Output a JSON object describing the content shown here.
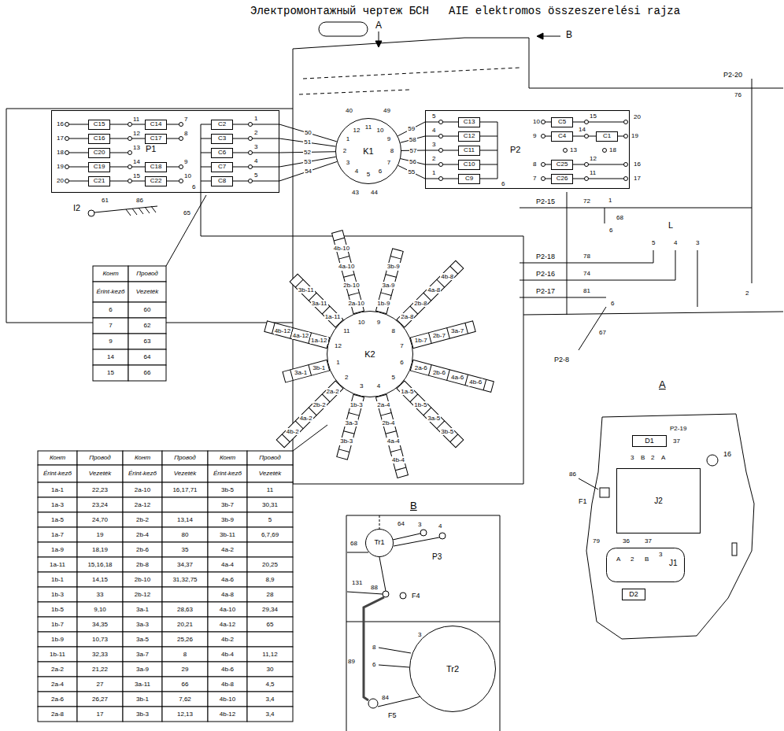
{
  "diagram": {
    "title": "Электромонтажный чертеж БСН   AIE elektromos összeszerelési rajza",
    "nodes": [
      {
        "text": [
          "P1"
        ]
      },
      {
        "text": [
          "C15"
        ],
        "in": 0
      },
      {
        "text": [
          "C14"
        ],
        "in": 0
      },
      {
        "text": [
          "C16"
        ],
        "in": 0
      },
      {
        "text": [
          "C17"
        ],
        "in": 0
      },
      {
        "text": [
          "C20"
        ],
        "in": 0
      },
      {
        "text": [
          "C19"
        ],
        "in": 0
      },
      {
        "text": [
          "C18"
        ],
        "in": 0
      },
      {
        "text": [
          "C21"
        ],
        "in": 0
      },
      {
        "text": [
          "C22"
        ],
        "in": 0
      },
      {
        "text": [
          "C2"
        ],
        "in": 0
      },
      {
        "text": [
          "C3"
        ],
        "in": 0
      },
      {
        "text": [
          "C6"
        ],
        "in": 0
      },
      {
        "text": [
          "C7"
        ],
        "in": 0
      },
      {
        "text": [
          "C8"
        ],
        "in": 0
      },
      {
        "text": [
          "K1"
        ]
      },
      {
        "text": [
          "P2"
        ]
      },
      {
        "text": [
          "C13"
        ],
        "in": 16
      },
      {
        "text": [
          "C5"
        ],
        "in": 16
      },
      {
        "text": [
          "C12"
        ],
        "in": 16
      },
      {
        "text": [
          "C4"
        ],
        "in": 16
      },
      {
        "text": [
          "C1"
        ],
        "in": 16
      },
      {
        "text": [
          "C11"
        ],
        "in": 16
      },
      {
        "text": [
          "C10"
        ],
        "in": 16
      },
      {
        "text": [
          "C25"
        ],
        "in": 16
      },
      {
        "text": [
          "C9"
        ],
        "in": 16
      },
      {
        "text": [
          "C26"
        ],
        "in": 16
      },
      {
        "text": [
          "K2"
        ]
      },
      {
        "text": [
          "D1"
        ]
      },
      {
        "text": [
          "J2"
        ]
      },
      {
        "text": [
          "J1"
        ]
      },
      {
        "text": [
          "D2"
        ]
      },
      {
        "text": [
          "Tr1"
        ]
      },
      {
        "text": [
          "Tr2"
        ]
      }
    ],
    "edges": [
      {
        "from": 0,
        "to": 15,
        "arrow": "none",
        "label": "50"
      },
      {
        "from": 0,
        "to": 15,
        "arrow": "none",
        "label": "51"
      },
      {
        "from": 0,
        "to": 15,
        "arrow": "none",
        "label": "52"
      },
      {
        "from": 0,
        "to": 15,
        "arrow": "none",
        "label": "53"
      },
      {
        "from": 0,
        "to": 15,
        "arrow": "none",
        "label": "54"
      },
      {
        "from": 15,
        "to": 16,
        "arrow": "none",
        "label": "59"
      },
      {
        "from": 15,
        "to": 16,
        "arrow": "none",
        "label": "58"
      },
      {
        "from": 15,
        "to": 16,
        "arrow": "none",
        "label": "57"
      },
      {
        "from": 15,
        "to": 16,
        "arrow": "none",
        "label": "56"
      },
      {
        "from": 15,
        "to": 16,
        "arrow": "none",
        "label": "55"
      }
    ],
    "labels": [
      "A",
      "B",
      "P2-20",
      "76",
      "P2-15",
      "72",
      "1",
      "68",
      "6",
      "L",
      "P2-18",
      "78",
      "5",
      "4",
      "3",
      "P2-16",
      "74",
      "P2-17",
      "81",
      "6",
      "2",
      "67",
      "P2-8",
      "I2",
      "61",
      "86",
      "65",
      "16",
      "11",
      "7",
      "17",
      "12",
      "8",
      "18",
      "13",
      "19",
      "14",
      "9",
      "20",
      "15",
      "10",
      "1",
      "2",
      "3",
      "4",
      "5",
      "6",
      "40",
      "49",
      "43",
      "44",
      "5",
      "4",
      "3",
      "2",
      "1",
      "6",
      "10",
      "9",
      "8",
      "7",
      "15",
      "14",
      "12",
      "11",
      "13",
      "18",
      "20",
      "19",
      "16",
      "17",
      "A",
      "P2-19",
      "16",
      "86",
      "F1",
      "3",
      "B",
      "2",
      "A",
      "37",
      "79",
      "36",
      "37",
      "A",
      "2",
      "B",
      "3",
      "B",
      "64",
      "3",
      "4",
      "68",
      "P3",
      "131",
      "88",
      "F4",
      "89",
      "3",
      "8",
      "6",
      "84",
      "F5",
      "1",
      "2",
      "3",
      "4",
      "5",
      "6",
      "7",
      "8",
      "9",
      "10",
      "11",
      "12",
      "1",
      "2",
      "3",
      "4",
      "5",
      "6",
      "7",
      "8",
      "9",
      "10",
      "11",
      "12",
      "3b-1",
      "3a-1",
      "2a-2",
      "2b-2",
      "4a-2",
      "4b-2",
      "1b-3",
      "3a-3",
      "3b-3",
      "2a-4",
      "2b-4",
      "4a-4",
      "4b-4",
      "1a-5",
      "1b-5",
      "3a-5",
      "3b-5",
      "2a-6",
      "2b-6",
      "4a-6",
      "4b-6",
      "1b-7",
      "2b-7",
      "3a-7",
      "2a-8",
      "2b-8",
      "4a-8",
      "4b-8",
      "1b-9",
      "3a-9",
      "3b-9",
      "2a-10",
      "2b-10",
      "4a-10",
      "4b-10",
      "1a-11",
      "3a-11",
      "3b-11",
      "1a-12",
      "4a-12",
      "4b-12",
      "Конт",
      "Провод",
      "Érint-kező",
      "Vezeték",
      "6",
      "60",
      "7",
      "62",
      "9",
      "63",
      "14",
      "64",
      "15",
      "66",
      "Конт",
      "Провод",
      "Конт",
      "Провод",
      "Конт",
      "Провод",
      "Érint-kező",
      "Vezeték",
      "Érint-kező",
      "Vezeték",
      "Érint-kező",
      "Vezeték",
      "1a-1",
      "22,23",
      "2a-10",
      "16,17,71",
      "3b-5",
      "11",
      "1a-3",
      "23,24",
      "2a-12",
      "3b-7",
      "30,31",
      "1a-5",
      "24,70",
      "2b-2",
      "13,14",
      "3b-9",
      "5",
      "1a-7",
      "19",
      "2b-4",
      "80",
      "3b-11",
      "6,7,69",
      "1a-9",
      "18,19",
      "2b-6",
      "35",
      "4a-2",
      "1a-11",
      "15,16,18",
      "2b-8",
      "34,37",
      "4a-4",
      "20,25",
      "1b-1",
      "14,15",
      "2b-10",
      "31,32,75",
      "4a-6",
      "8,9",
      "1b-3",
      "33",
      "2b-12",
      "4a-8",
      "28",
      "1b-5",
      "9,10",
      "3a-1",
      "28,63",
      "4a-10",
      "29,34",
      "1b-7",
      "34,35",
      "3a-3",
      "20,21",
      "4a-12",
      "65",
      "1b-9",
      "10,73",
      "3a-5",
      "25,26",
      "4b-2",
      "1b-11",
      "32,33",
      "3a-7",
      "8",
      "4b-4",
      "11,12",
      "2a-2",
      "21,22",
      "3a-9",
      "29",
      "4b-6",
      "30",
      "2a-4",
      "27",
      "3a-11",
      "66",
      "4b-8",
      "4,5",
      "2a-6",
      "26,27",
      "3b-1",
      "7,62",
      "4b-10",
      "3,4",
      "2a-8",
      "17",
      "3b-3",
      "12,13",
      "4b-12",
      "3,4"
    ]
  }
}
